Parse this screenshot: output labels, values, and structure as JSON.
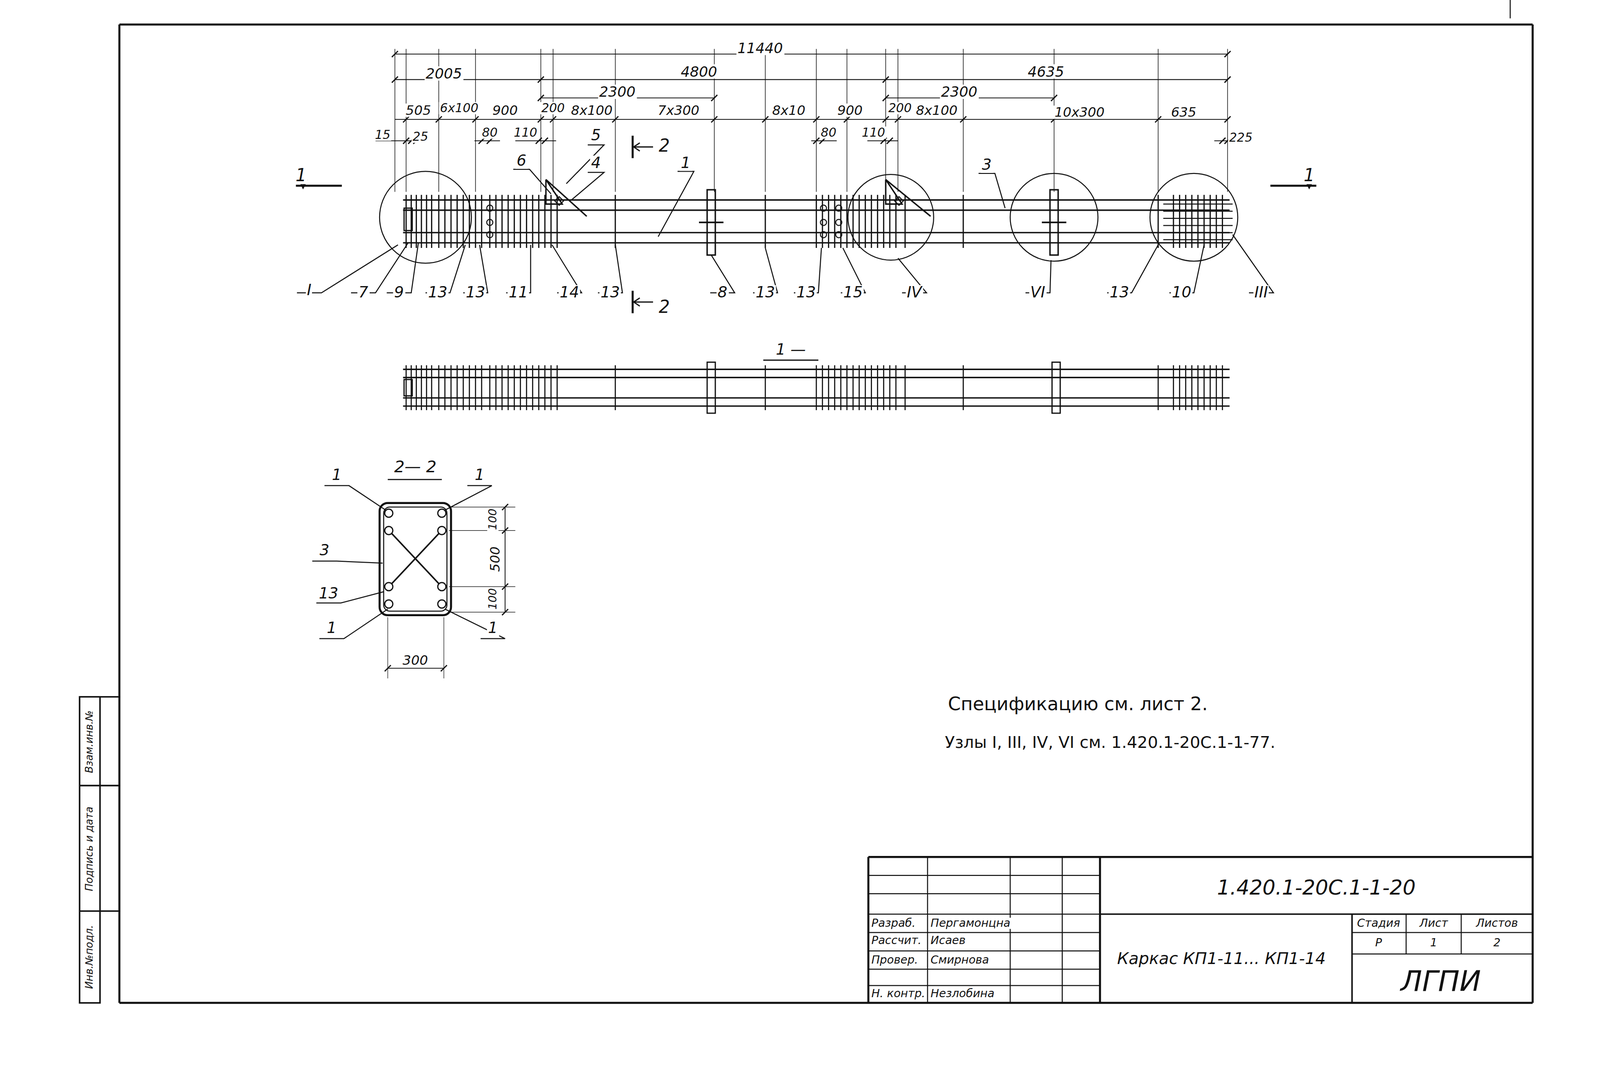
{
  "diagram": {
    "labels": [
      "11440",
      "2005",
      "4800",
      "4635",
      "2300",
      "2300",
      "505",
      "6x100",
      "900",
      "200",
      "8x100",
      "7x300",
      "8x10",
      "900",
      "200",
      "8x100",
      "10x300",
      "635",
      "15",
      "25",
      "80",
      "110",
      "80",
      "110",
      "225",
      "5",
      "6",
      "4",
      "1",
      "3",
      "2",
      "1",
      "1",
      "I",
      "7",
      "9",
      "13",
      "13",
      "11",
      "14",
      "13",
      "2",
      "8",
      "13",
      "13",
      "15",
      "IV",
      "VI",
      "13",
      "10",
      "III",
      "1 —",
      "2— 2",
      "1",
      "1",
      "3",
      "13",
      "1",
      "1",
      "100",
      "500",
      "100",
      "300",
      "Спецификацию    см. лист 2.",
      "Узлы I, III, IV, VI см. 1.420.1-20С.1-1-77.",
      "1.420.1-20С.1-1-20",
      "Разраб.",
      "Пергамонцна",
      "Рассчит.",
      "Исаев",
      "Провер.",
      "Смирнова",
      "Н. контр.",
      "Незлобина",
      "Каркас КП1-11... КП1-14",
      "Стадия",
      "Лист",
      "Листов",
      "Р",
      "1",
      "2",
      "ЛГПИ",
      "Инв.№подл.",
      "Подпись и дата",
      "Взам.инв.№"
    ]
  }
}
